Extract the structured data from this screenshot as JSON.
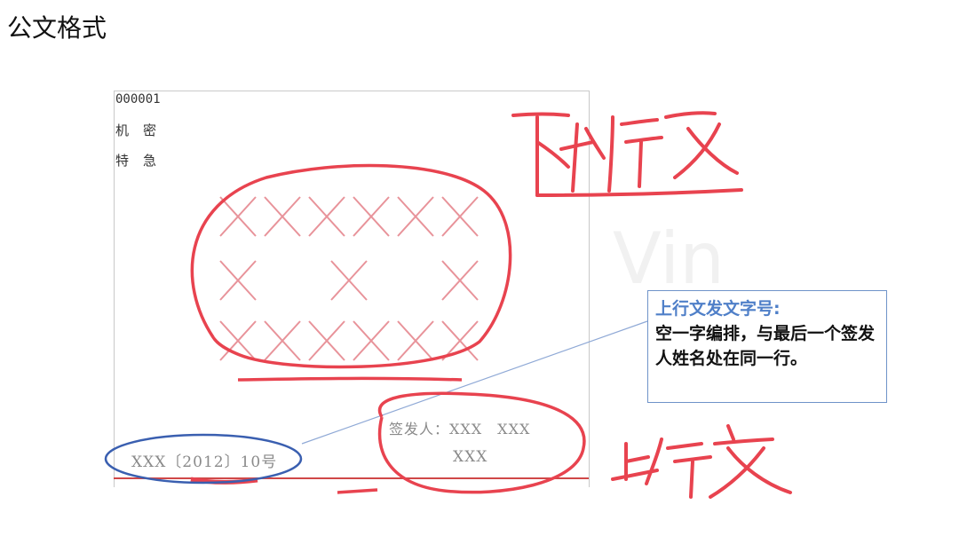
{
  "page": {
    "title": "公文格式"
  },
  "document": {
    "serial_number": "000001",
    "secret_level": "机密",
    "urgency": "特急",
    "doc_number": "XXX〔2012〕10号",
    "signer_line1": "签发人：XXX　XXX",
    "signer_line2": "XXX"
  },
  "callout": {
    "title": "上行文发文字号:",
    "body": "空一字编排，与最后一个签发人姓名处在同一行。"
  },
  "annotations": {
    "top_handwriting": "下行文",
    "bottom_handwriting": "上行文"
  },
  "watermark": "Vin",
  "colors": {
    "ink": "#e8434f",
    "callout_border": "#6f93c9",
    "callout_title": "#4f7fc8",
    "blue_circle": "#3a5fb0"
  }
}
